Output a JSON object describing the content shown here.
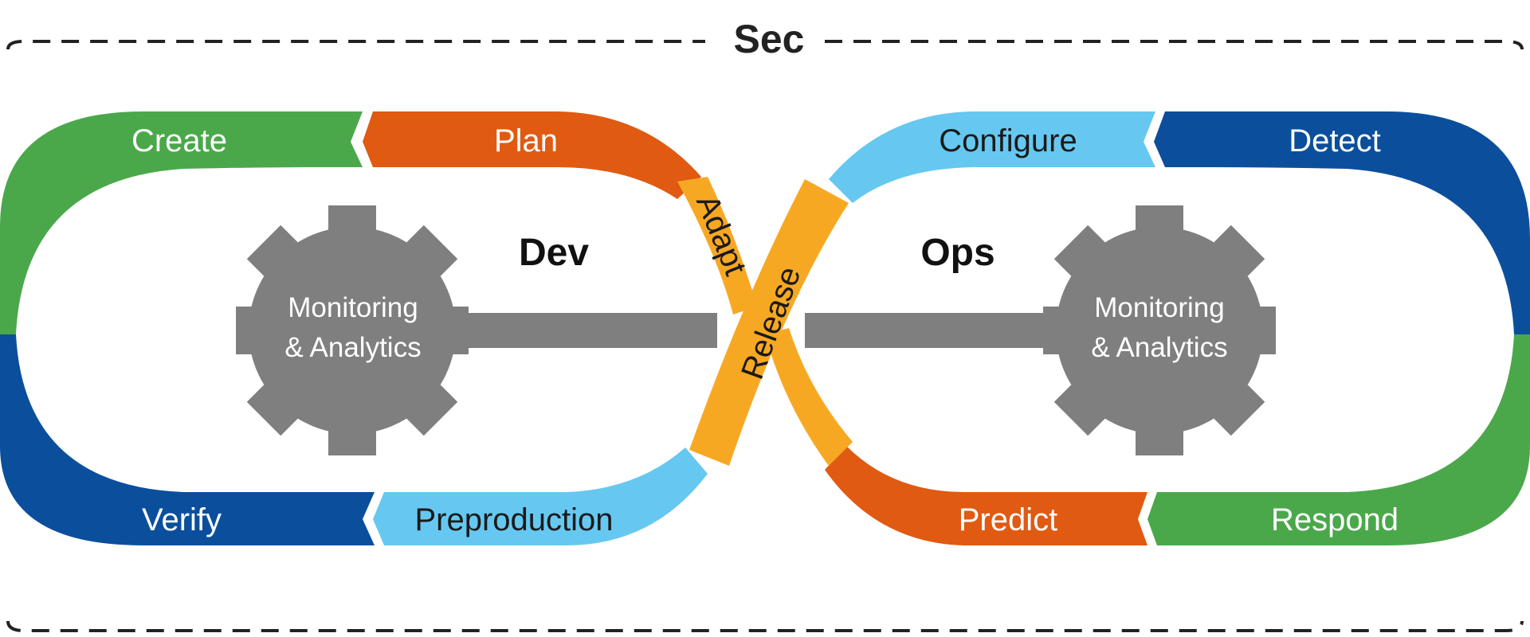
{
  "frame": {
    "title": "Sec"
  },
  "sections": {
    "left": "Dev",
    "right": "Ops"
  },
  "gears": {
    "left": {
      "line1": "Monitoring",
      "line2": "& Analytics"
    },
    "right": {
      "line1": "Monitoring",
      "line2": "& Analytics"
    }
  },
  "stages": {
    "create": "Create",
    "plan": "Plan",
    "verify": "Verify",
    "preproduction": "Preproduction",
    "adapt": "Adapt",
    "release": "Release",
    "configure": "Configure",
    "detect": "Detect",
    "predict": "Predict",
    "respond": "Respond"
  },
  "colors": {
    "green": "#4aa84a",
    "orange": "#e05a12",
    "navy": "#0b4f9c",
    "light_blue": "#66c8f0",
    "yellow": "#f7a823",
    "gear_gray": "#7f7f7f",
    "frame": "#222222"
  },
  "icons": [
    "gear-icon"
  ]
}
